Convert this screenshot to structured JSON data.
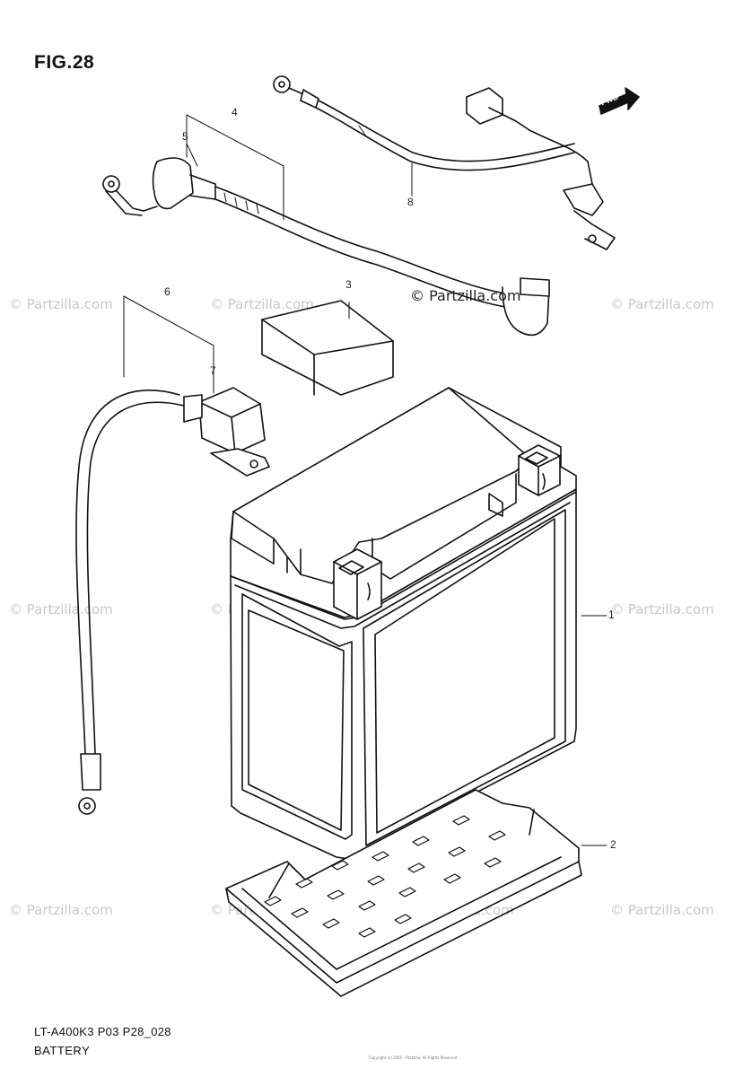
{
  "figure": {
    "title": "FIG.28",
    "code": "LT-A400K3 P03 P28_028",
    "name": "BATTERY",
    "direction_badge": "FWD",
    "copyright": "Copyright (c) 2005 - Partzilla, All Rights Reserved"
  },
  "callouts": [
    "1",
    "2",
    "3",
    "4",
    "5",
    "6",
    "7",
    "8"
  ],
  "watermarks": {
    "center": "© Partzilla.com",
    "tiled": "© Partzilla.com"
  },
  "colors": {
    "line": "#111111",
    "watermark": "#c8c8c8",
    "background": "#ffffff"
  }
}
